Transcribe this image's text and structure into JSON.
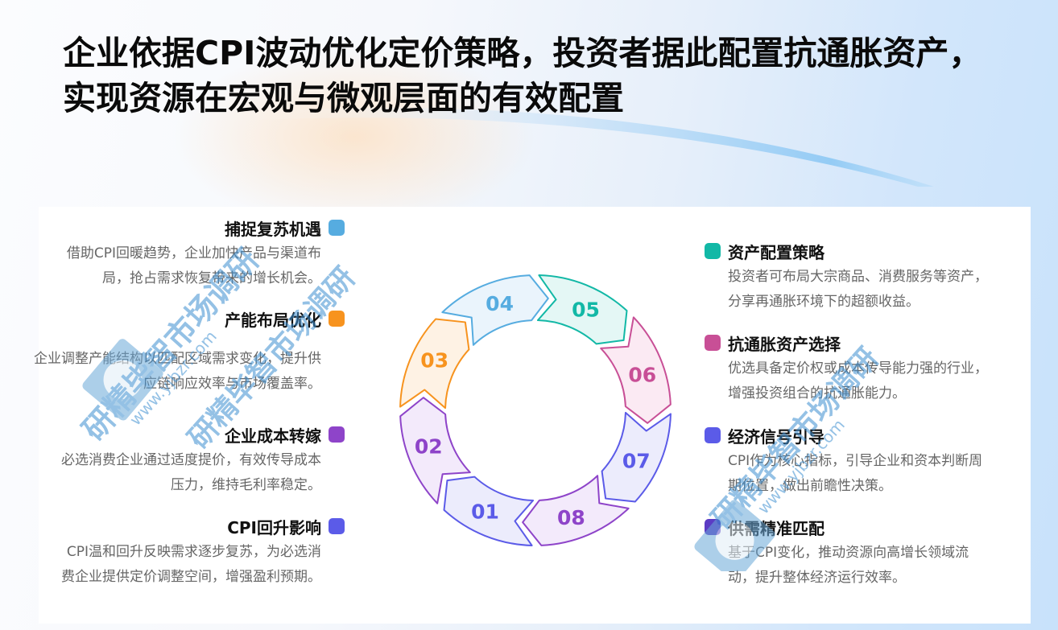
{
  "title": {
    "line1": "企业依据CPI波动优化定价策略，投资者据此配置抗通胀资产，",
    "line2": "实现资源在宏观与微观层面的有效配置"
  },
  "left_items": [
    {
      "name": "捕捉复苏机遇",
      "color": "#56ace0",
      "desc": "借助CPI回暖趋势，企业加快产品与渠道布局，抢占需求恢复带来的增长机会。"
    },
    {
      "name": "产能布局优化",
      "color": "#f7931e",
      "desc": "企业调整产能结构以匹配区域需求变化，提升供应链响应效率与市场覆盖率。"
    },
    {
      "name": "企业成本转嫁",
      "color": "#8e44c9",
      "desc": "必选消费企业通过适度提价，有效传导成本压力，维持毛利率稳定。"
    },
    {
      "name": "CPI回升影响",
      "color": "#5b5be8",
      "desc": "CPI温和回升反映需求逐步复苏，为必选消费企业提供定价调整空间，增强盈利预期。"
    }
  ],
  "right_items": [
    {
      "name": "资产配置策略",
      "color": "#12b8a6",
      "desc": "投资者可布局大宗商品、消费服务等资产，分享再通胀环境下的超额收益。"
    },
    {
      "name": "抗通胀资产选择",
      "color": "#c84f96",
      "desc": "优选具备定价权或成本传导能力强的行业，增强投资组合的抗通胀能力。"
    },
    {
      "name": "经济信号引导",
      "color": "#5b5be8",
      "desc": "CPI作为核心指标，引导企业和资本判断周期位置，做出前瞻性决策。"
    },
    {
      "name": "供需精准匹配",
      "color": "#5b3bc4",
      "desc": "基于CPI变化，推动资源向高增长领域流动，提升整体经济运行效率。"
    }
  ],
  "cycle": {
    "segments": [
      {
        "label": "01",
        "stroke": "#5b5be8",
        "fill": "#ececfc"
      },
      {
        "label": "02",
        "stroke": "#8e44c9",
        "fill": "#f3eafb"
      },
      {
        "label": "03",
        "stroke": "#f7931e",
        "fill": "#fef2e4"
      },
      {
        "label": "04",
        "stroke": "#56ace0",
        "fill": "#eaf4fc"
      },
      {
        "label": "05",
        "stroke": "#12b8a6",
        "fill": "#e4f7f5"
      },
      {
        "label": "06",
        "stroke": "#c84f96",
        "fill": "#fbeaf3"
      },
      {
        "label": "07",
        "stroke": "#5b5be8",
        "fill": "#ececfc"
      },
      {
        "label": "08",
        "stroke": "#8e44c9",
        "fill": "#f3eafb"
      }
    ]
  },
  "watermark": {
    "text_cn": "研精毕智市场调研",
    "text_url": "www.yjbzr.com"
  }
}
